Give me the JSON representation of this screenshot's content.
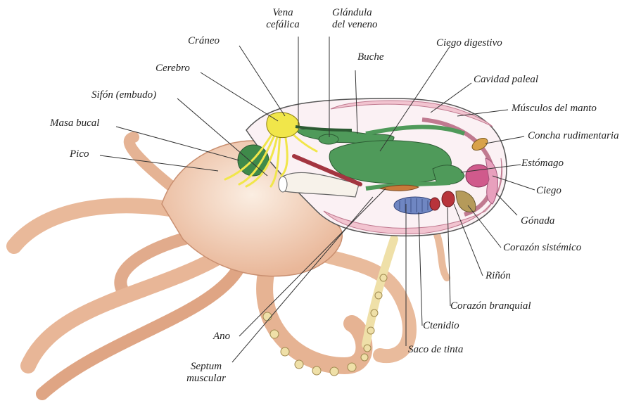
{
  "labels": {
    "vena_cefalica_1": "Vena",
    "vena_cefalica_2": "cefálica",
    "glandula_1": "Glándula",
    "glandula_2": "del veneno",
    "craneo": "Cráneo",
    "buche": "Buche",
    "ciego_digestivo": "Ciego digestivo",
    "cerebro": "Cerebro",
    "cavidad_paleal": "Cavidad paleal",
    "sifon": "Sifón (embudo)",
    "musculos_manto": "Músculos del manto",
    "masa_bucal": "Masa bucal",
    "concha": "Concha rudimentaria",
    "pico": "Pico",
    "estomago": "Estómago",
    "ciego": "Ciego",
    "gonada": "Gónada",
    "corazon_sistemico": "Corazón sistémico",
    "rinon": "Riñón",
    "corazon_branquial": "Corazón branquial",
    "ctenidio": "Ctenidio",
    "ano": "Ano",
    "saco_tinta": "Saco de tinta",
    "septum_1": "Septum",
    "septum_2": "muscular"
  },
  "colors": {
    "skin": "#f3d2b8",
    "skin_shadow": "#dfa584",
    "nerve_yellow": "#f1e64a",
    "organ_green": "#4f9a5a",
    "mantle_pink": "#f2c4d0",
    "gonad_magenta": "#d05a8c",
    "gill_blue": "#6f86c2",
    "kidney_red": "#b8333b",
    "heart_olive": "#b59a5a",
    "shell_orange": "#d8a24a",
    "sucker_cream": "#efe0a8"
  }
}
